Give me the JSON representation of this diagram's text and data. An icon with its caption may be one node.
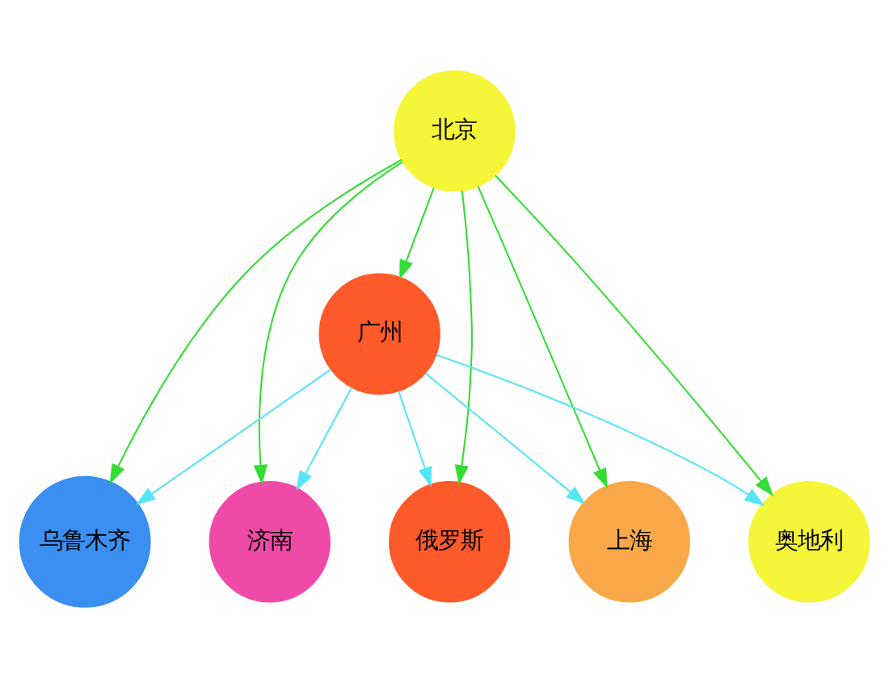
{
  "diagram": {
    "nodes": [
      {
        "text": [
          "乌鲁木齐"
        ]
      },
      {
        "text": [
          "北京"
        ]
      },
      {
        "text": [
          "济南"
        ]
      },
      {
        "text": [
          "俄罗斯"
        ]
      },
      {
        "text": [
          "广州"
        ]
      },
      {
        "text": [
          "上海"
        ]
      },
      {
        "text": [
          "奥地利"
        ]
      }
    ],
    "edges": [
      {
        "from": 1,
        "to": 0,
        "arrow": "to",
        "color": "#33dd33"
      },
      {
        "from": 1,
        "to": 3,
        "arrow": "to",
        "color": "#33dd33"
      },
      {
        "from": 1,
        "to": 6,
        "arrow": "to",
        "color": "#33dd33"
      },
      {
        "from": 1,
        "to": 4,
        "arrow": "to",
        "color": "#33dd33"
      },
      {
        "from": 1,
        "to": 2,
        "arrow": "to",
        "color": "#33dd33"
      },
      {
        "from": 1,
        "to": 5,
        "arrow": "to",
        "color": "#33dd33"
      },
      {
        "from": 4,
        "to": 0,
        "arrow": "to",
        "color": "#55e5f5"
      },
      {
        "from": 4,
        "to": 3,
        "arrow": "to",
        "color": "#55e5f5"
      },
      {
        "from": 4,
        "to": 2,
        "arrow": "to",
        "color": "#55e5f5"
      },
      {
        "from": 4,
        "to": 5,
        "arrow": "to",
        "color": "#55e5f5"
      },
      {
        "from": 4,
        "to": 6,
        "arrow": "to",
        "color": "#55e5f5"
      }
    ]
  }
}
